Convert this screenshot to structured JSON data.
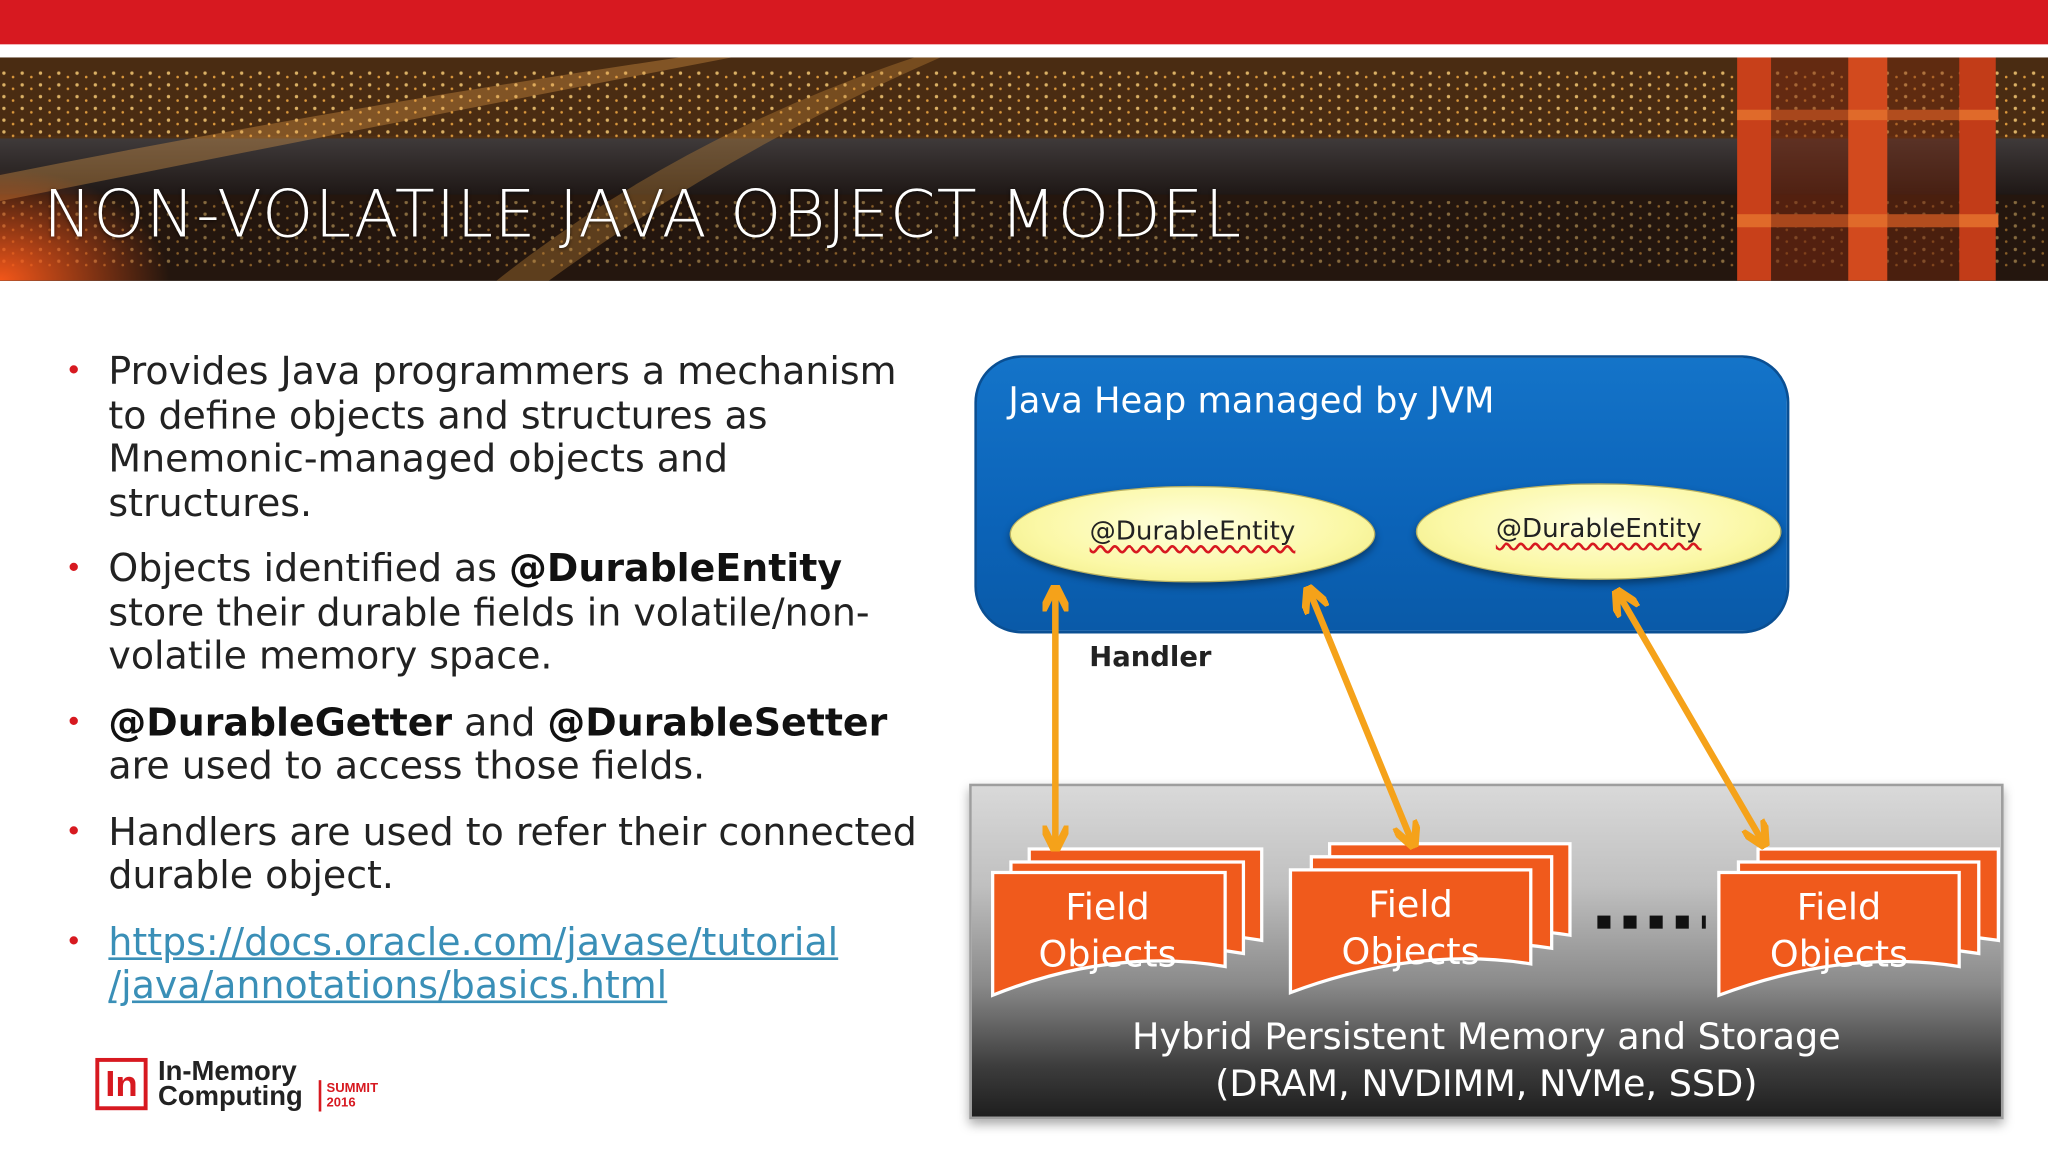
{
  "slide": {
    "title": "NON-VOLATILE JAVA OBJECT MODEL",
    "colors": {
      "accent": "#d71920",
      "heap": "#0b63b8",
      "arrow": "#f5a21a",
      "field_objects": "#f05a1c"
    }
  },
  "bullets": [
    {
      "text": "Provides Java programmers a mechanism to define objects and structures as Mnemonic-managed objects and structures."
    },
    {
      "pre": "Objects identified as ",
      "bold": "@DurableEntity",
      "post": " store their durable fields in volatile/non-volatile memory space."
    },
    {
      "bold1": "@DurableGetter",
      "mid": " and ",
      "bold2": "@DurableSetter",
      "post": " are used to access those fields."
    },
    {
      "text": "Handlers are used to refer their connected durable object."
    },
    {
      "link": "https://docs.oracle.com/javase/tutorial/java/annotations/basics.html",
      "link_line1": "https://docs.oracle.com/javase/tutorial",
      "link_line2": "/java/annotations/basics.html"
    }
  ],
  "logo": {
    "mark": "In",
    "line1": "In-Memory",
    "line2": "Computing",
    "summit": "SUMMIT",
    "year": "2016"
  },
  "diagram": {
    "heap_title": "Java Heap managed by JVM",
    "entities": [
      "@DurableEntity",
      "@DurableEntity"
    ],
    "handler_label": "Handler",
    "field_objects": [
      {
        "line1": "Field",
        "line2": "Objects"
      },
      {
        "line1": "Field",
        "line2": "Objects"
      },
      {
        "line1": "Field",
        "line2": "Objects"
      }
    ],
    "storage_line1": "Hybrid Persistent Memory and Storage",
    "storage_line2": "(DRAM, NVDIMM, NVMe, SSD)"
  }
}
